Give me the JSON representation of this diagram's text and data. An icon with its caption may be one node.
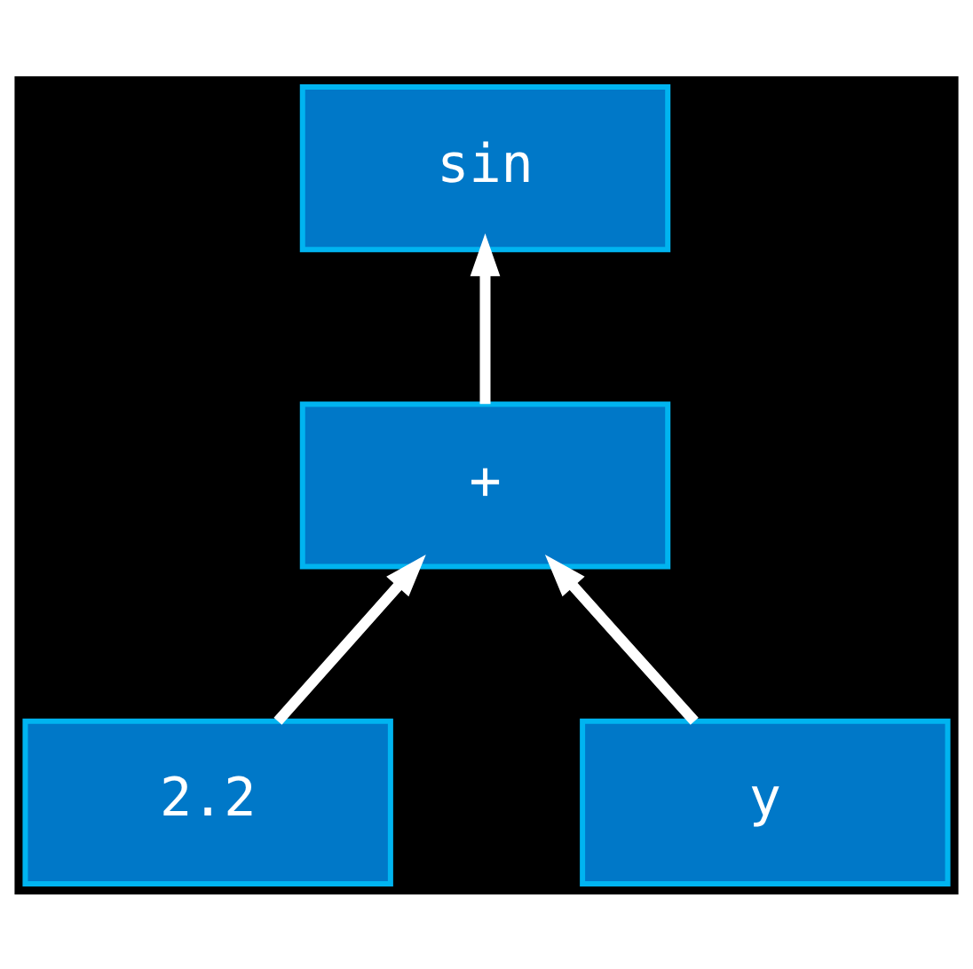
{
  "diagram": {
    "nodes": [
      {
        "text": [
          "sin"
        ]
      },
      {
        "text": [
          "+"
        ]
      },
      {
        "text": [
          "2.2"
        ]
      },
      {
        "text": [
          "y"
        ]
      }
    ],
    "edges": [
      {
        "from": 1,
        "to": 0,
        "arrow": "to"
      },
      {
        "from": 2,
        "to": 1,
        "arrow": "to"
      },
      {
        "from": 3,
        "to": 1,
        "arrow": "to"
      }
    ]
  }
}
